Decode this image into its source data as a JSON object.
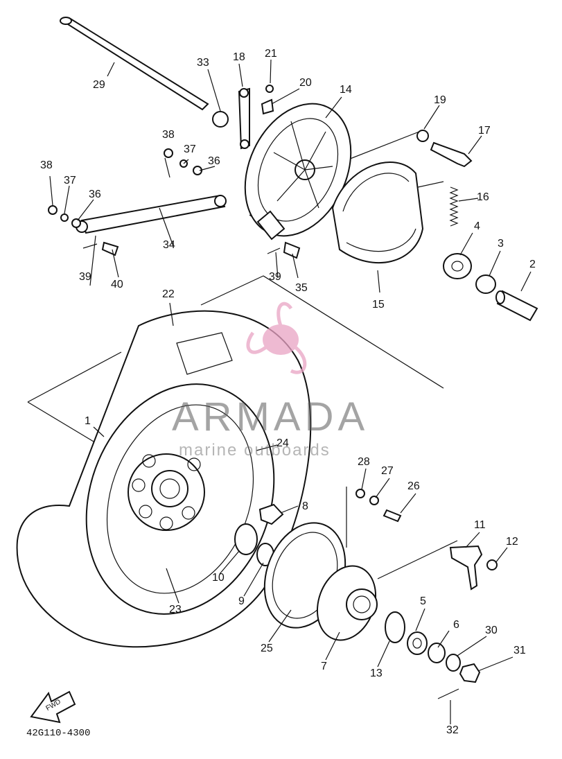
{
  "diagram": {
    "code": "42G110-4300",
    "fwd_label": "FWD",
    "watermark": {
      "title": "ARMADA",
      "subtitle": "marine outboards",
      "accent": "#e9a3c4"
    },
    "callouts": [
      "1",
      "2",
      "3",
      "4",
      "5",
      "6",
      "7",
      "8",
      "9",
      "10",
      "11",
      "12",
      "13",
      "14",
      "15",
      "16",
      "17",
      "18",
      "19",
      "20",
      "21",
      "22",
      "23",
      "24",
      "25",
      "26",
      "27",
      "28",
      "29",
      "30",
      "31",
      "32",
      "33",
      "34",
      "35",
      "36",
      "37",
      "38",
      "39",
      "40"
    ]
  }
}
